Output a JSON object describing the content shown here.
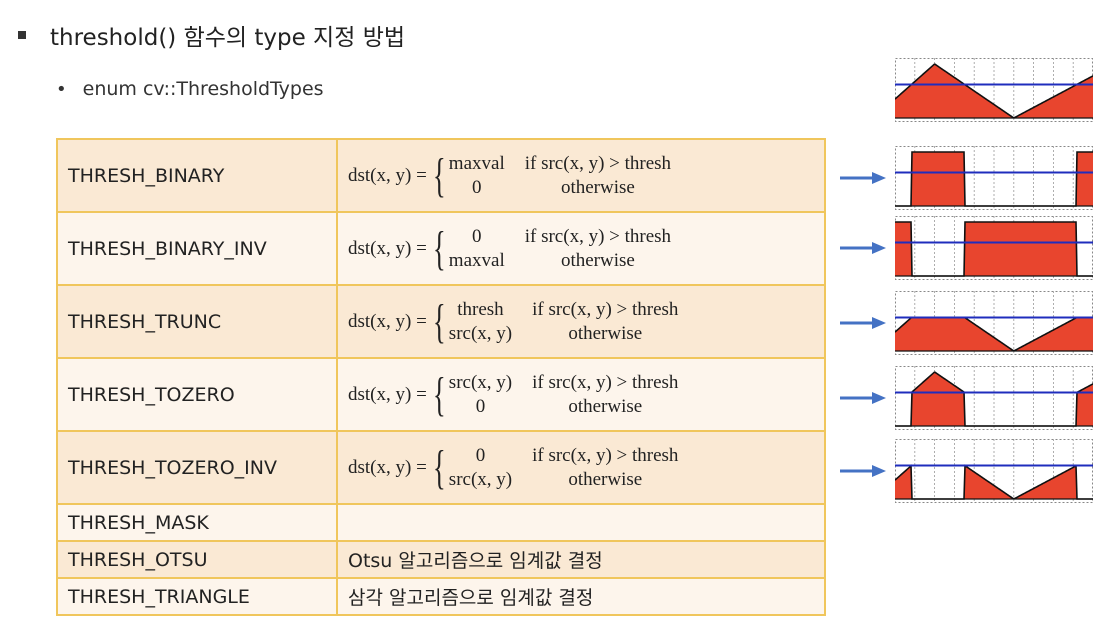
{
  "heading": {
    "bullet": "square",
    "text": "threshold() 함수의 type 지정 방법"
  },
  "subheading": {
    "bullet": "•",
    "text": "enum cv::ThresholdTypes"
  },
  "colors": {
    "accent_border": "#f0c65c",
    "row_odd": "#fae9d4",
    "row_even": "#fdf5ec",
    "signal_fill": "#e8452e",
    "threshold_line": "#1f2dbd",
    "arrow": "#4472c4"
  },
  "formula_lhs": {
    "name": "dst",
    "args": "(x, y) ="
  },
  "rows": [
    {
      "name": "THRESH_BINARY",
      "cases": [
        {
          "value": "maxval",
          "cond": "if src(x, y) > thresh"
        },
        {
          "value": "0",
          "cond": "otherwise"
        }
      ]
    },
    {
      "name": "THRESH_BINARY_INV",
      "cases": [
        {
          "value": "0",
          "cond": "if src(x, y) > thresh"
        },
        {
          "value": "maxval",
          "cond": "otherwise"
        }
      ]
    },
    {
      "name": "THRESH_TRUNC",
      "cases": [
        {
          "value": "thresh",
          "cond": "if src(x, y) > thresh"
        },
        {
          "value": "src(x, y)",
          "cond": "otherwise"
        }
      ]
    },
    {
      "name": "THRESH_TOZERO",
      "cases": [
        {
          "value": "src(x, y)",
          "cond": "if src(x, y) > thresh"
        },
        {
          "value": "0",
          "cond": "otherwise"
        }
      ]
    },
    {
      "name": "THRESH_TOZERO_INV",
      "cases": [
        {
          "value": "0",
          "cond": "if src(x, y) > thresh"
        },
        {
          "value": "src(x, y)",
          "cond": "otherwise"
        }
      ]
    },
    {
      "name": "THRESH_MASK",
      "description": ""
    },
    {
      "name": "THRESH_OTSU",
      "description": "Otsu 알고리즘으로 임계값 결정"
    },
    {
      "name": "THRESH_TRIANGLE",
      "description": "삼각 알고리즘으로 임계값 결정"
    }
  ]
}
